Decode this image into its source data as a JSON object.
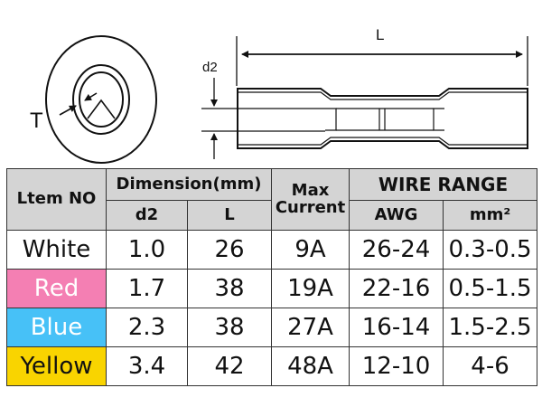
{
  "diagram": {
    "labels": {
      "thickness": "T",
      "length": "L",
      "diameter": "d2"
    }
  },
  "table": {
    "headers": {
      "item": "Ltem NO",
      "dimension": "Dimension(mm)",
      "d2": "d2",
      "L": "L",
      "max_current": "Max Current",
      "wire_range": "WIRE RANGE",
      "awg": "AWG",
      "mm2": "mm²"
    },
    "rows": [
      {
        "item": "White",
        "color": "#ffffff",
        "d2": "1.0",
        "L": "26",
        "max_current": "9A",
        "awg": "26-24",
        "mm2": "0.3-0.5"
      },
      {
        "item": "Red",
        "color": "#f47fb3",
        "d2": "1.7",
        "L": "38",
        "max_current": "19A",
        "awg": "22-16",
        "mm2": "0.5-1.5"
      },
      {
        "item": "Blue",
        "color": "#47c1f7",
        "d2": "2.3",
        "L": "38",
        "max_current": "27A",
        "awg": "16-14",
        "mm2": "1.5-2.5"
      },
      {
        "item": "Yellow",
        "color": "#f9d400",
        "d2": "3.4",
        "L": "42",
        "max_current": "48A",
        "awg": "12-10",
        "mm2": "4-6"
      }
    ]
  }
}
